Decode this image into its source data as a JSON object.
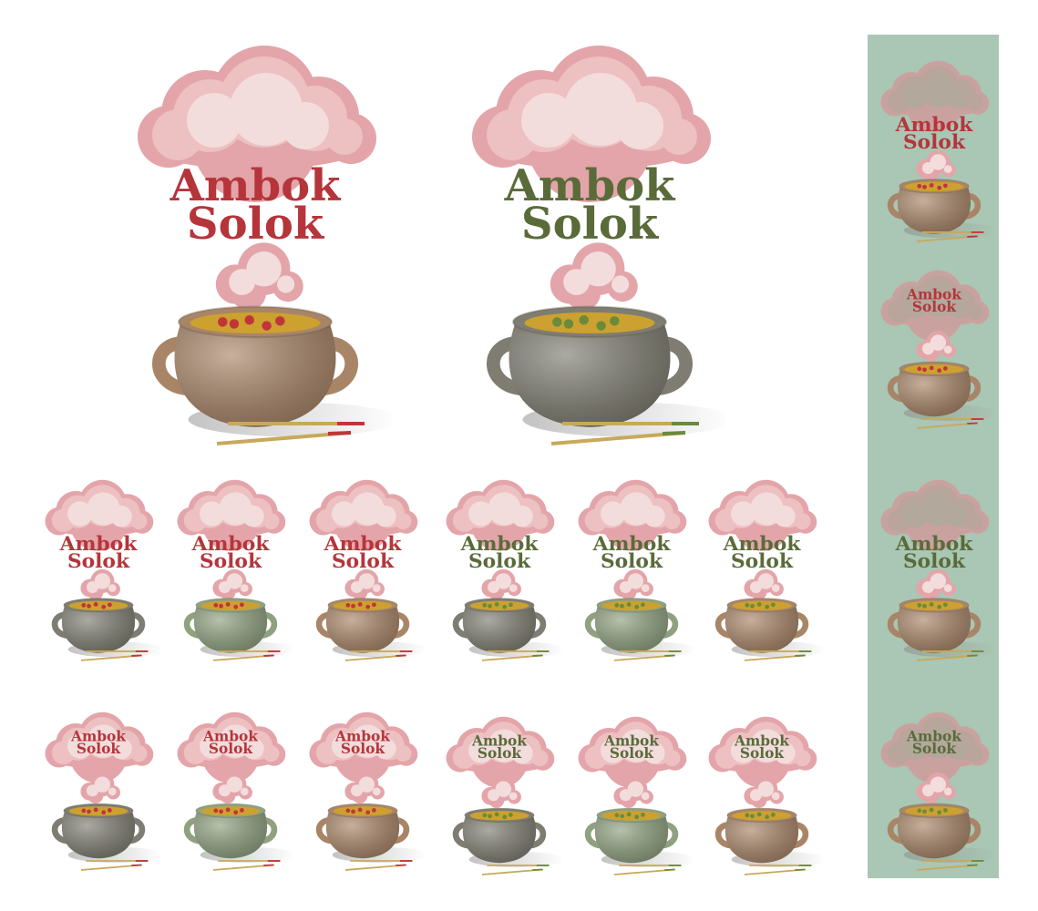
{
  "brand": {
    "line1": "Ambok",
    "line2": "Solok"
  },
  "colors": {
    "text_red": "#b5353b",
    "text_green": "#5a6b3a",
    "cloud_base": "#e3a5a9",
    "cloud_mid": "#edc0c2",
    "cloud_light": "#f3dcdc",
    "pot_brown": "#a98567",
    "pot_gray": "#7f7d71",
    "pot_green": "#8fa17f",
    "soup": "#cda12f",
    "panel_bg": "#aac6b4",
    "stick": "#c8a95a",
    "accent_red": "#c0353b",
    "accent_green": "#6a8a3c"
  },
  "icons": [
    "cloud-icon",
    "steam-icon",
    "cooking-pot-icon",
    "chopsticks-icon"
  ],
  "variants": [
    {
      "layout": "large",
      "pot": "brown",
      "text": "red",
      "accent": "red"
    },
    {
      "layout": "large",
      "pot": "gray",
      "text": "green",
      "accent": "green"
    },
    {
      "layout": "above",
      "pot": "gray",
      "text": "red",
      "accent": "red"
    },
    {
      "layout": "above",
      "pot": "green",
      "text": "red",
      "accent": "red"
    },
    {
      "layout": "above",
      "pot": "brown",
      "text": "red",
      "accent": "red"
    },
    {
      "layout": "above",
      "pot": "gray",
      "text": "green",
      "accent": "green"
    },
    {
      "layout": "above",
      "pot": "green",
      "text": "green",
      "accent": "green"
    },
    {
      "layout": "above",
      "pot": "brown",
      "text": "green",
      "accent": "green"
    },
    {
      "layout": "inside",
      "pot": "gray",
      "text": "red",
      "accent": "red"
    },
    {
      "layout": "inside",
      "pot": "green",
      "text": "red",
      "accent": "red"
    },
    {
      "layout": "inside",
      "pot": "brown",
      "text": "red",
      "accent": "red"
    },
    {
      "layout": "inside",
      "pot": "gray",
      "text": "green",
      "accent": "green"
    },
    {
      "layout": "inside",
      "pot": "green",
      "text": "green",
      "accent": "green"
    },
    {
      "layout": "inside",
      "pot": "brown",
      "text": "green",
      "accent": "green"
    },
    {
      "layout": "above",
      "pot": "brown",
      "text": "red",
      "accent": "red",
      "muted": true
    },
    {
      "layout": "inside",
      "pot": "brown",
      "text": "red",
      "accent": "red",
      "muted": true
    },
    {
      "layout": "above",
      "pot": "brown",
      "text": "green",
      "accent": "green",
      "muted": true
    },
    {
      "layout": "inside",
      "pot": "brown",
      "text": "green",
      "accent": "green",
      "muted": true
    }
  ]
}
